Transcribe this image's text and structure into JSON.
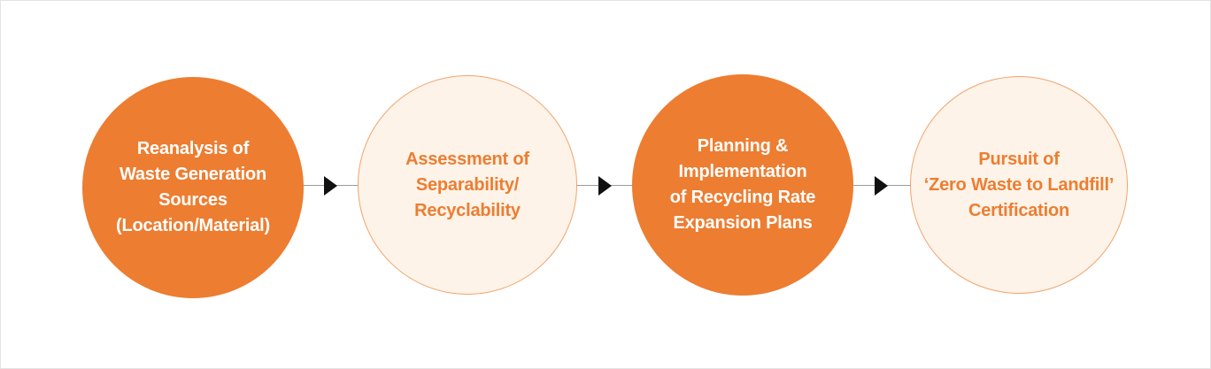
{
  "steps": [
    {
      "label": "Reanalysis of\nWaste Generation\nSources\n(Location/Material)",
      "style": "filled"
    },
    {
      "label": "Assessment of\nSeparability/\nRecyclability",
      "style": "outlined"
    },
    {
      "label": "Planning &\nImplementation\nof Recycling Rate\nExpansion Plans",
      "style": "filled"
    },
    {
      "label": "Pursuit of\n‘Zero Waste to Landfill’\nCertification",
      "style": "outlined"
    }
  ],
  "colors": {
    "accent": "#ed7d31",
    "light_fill": "#fdf3e8",
    "arrow": "#111111",
    "connector": "#9a9a9a"
  },
  "icons": [
    "arrow-right-icon",
    "arrow-right-icon",
    "arrow-right-icon"
  ]
}
